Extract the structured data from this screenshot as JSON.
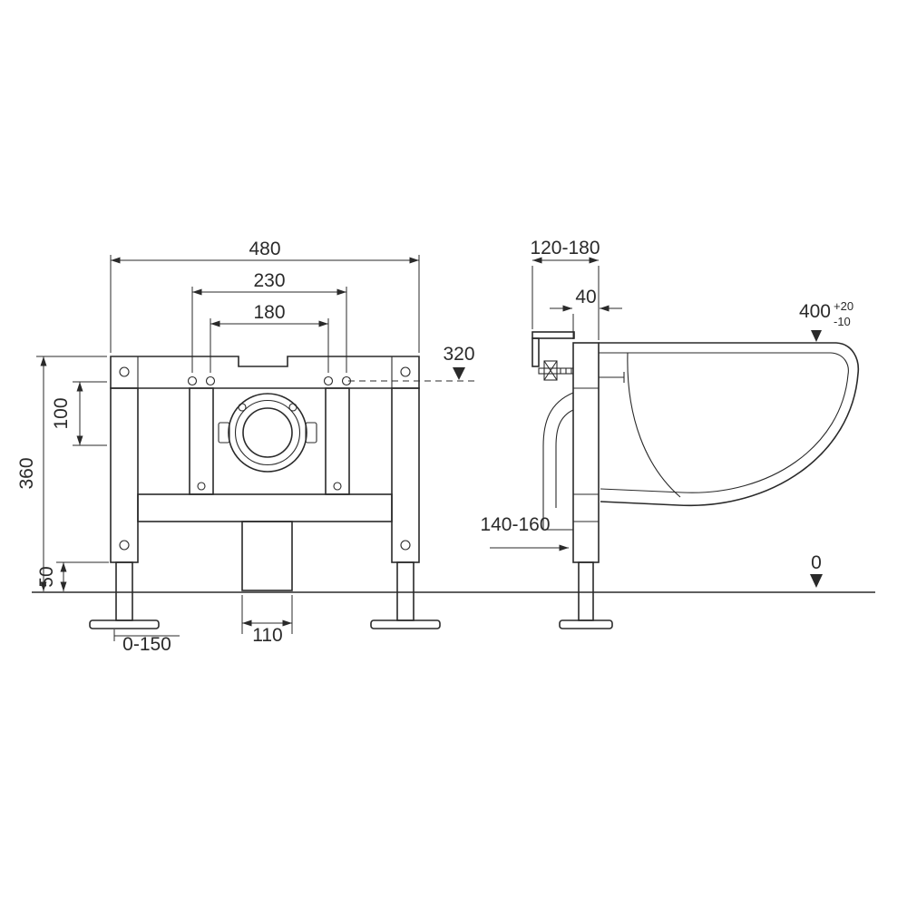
{
  "colors": {
    "line": "#2a2a2a",
    "background": "#ffffff"
  },
  "front_view": {
    "overall_width": "480",
    "bolt_spacing_outer": "230",
    "bolt_spacing_inner": "180",
    "bolt_level": "320",
    "bolt_offset": "100",
    "frame_height": "360",
    "ground_clearance": "50",
    "foot_adjustment": "0-150",
    "outlet_pipe_width": "110"
  },
  "side_view": {
    "depth_adjustment": "120-180",
    "frame_depth": "40",
    "rim_height": "400",
    "rim_tolerance_plus": "+20",
    "rim_tolerance_minus": "-10",
    "outlet_offset": "140-160",
    "floor_level": "0"
  }
}
